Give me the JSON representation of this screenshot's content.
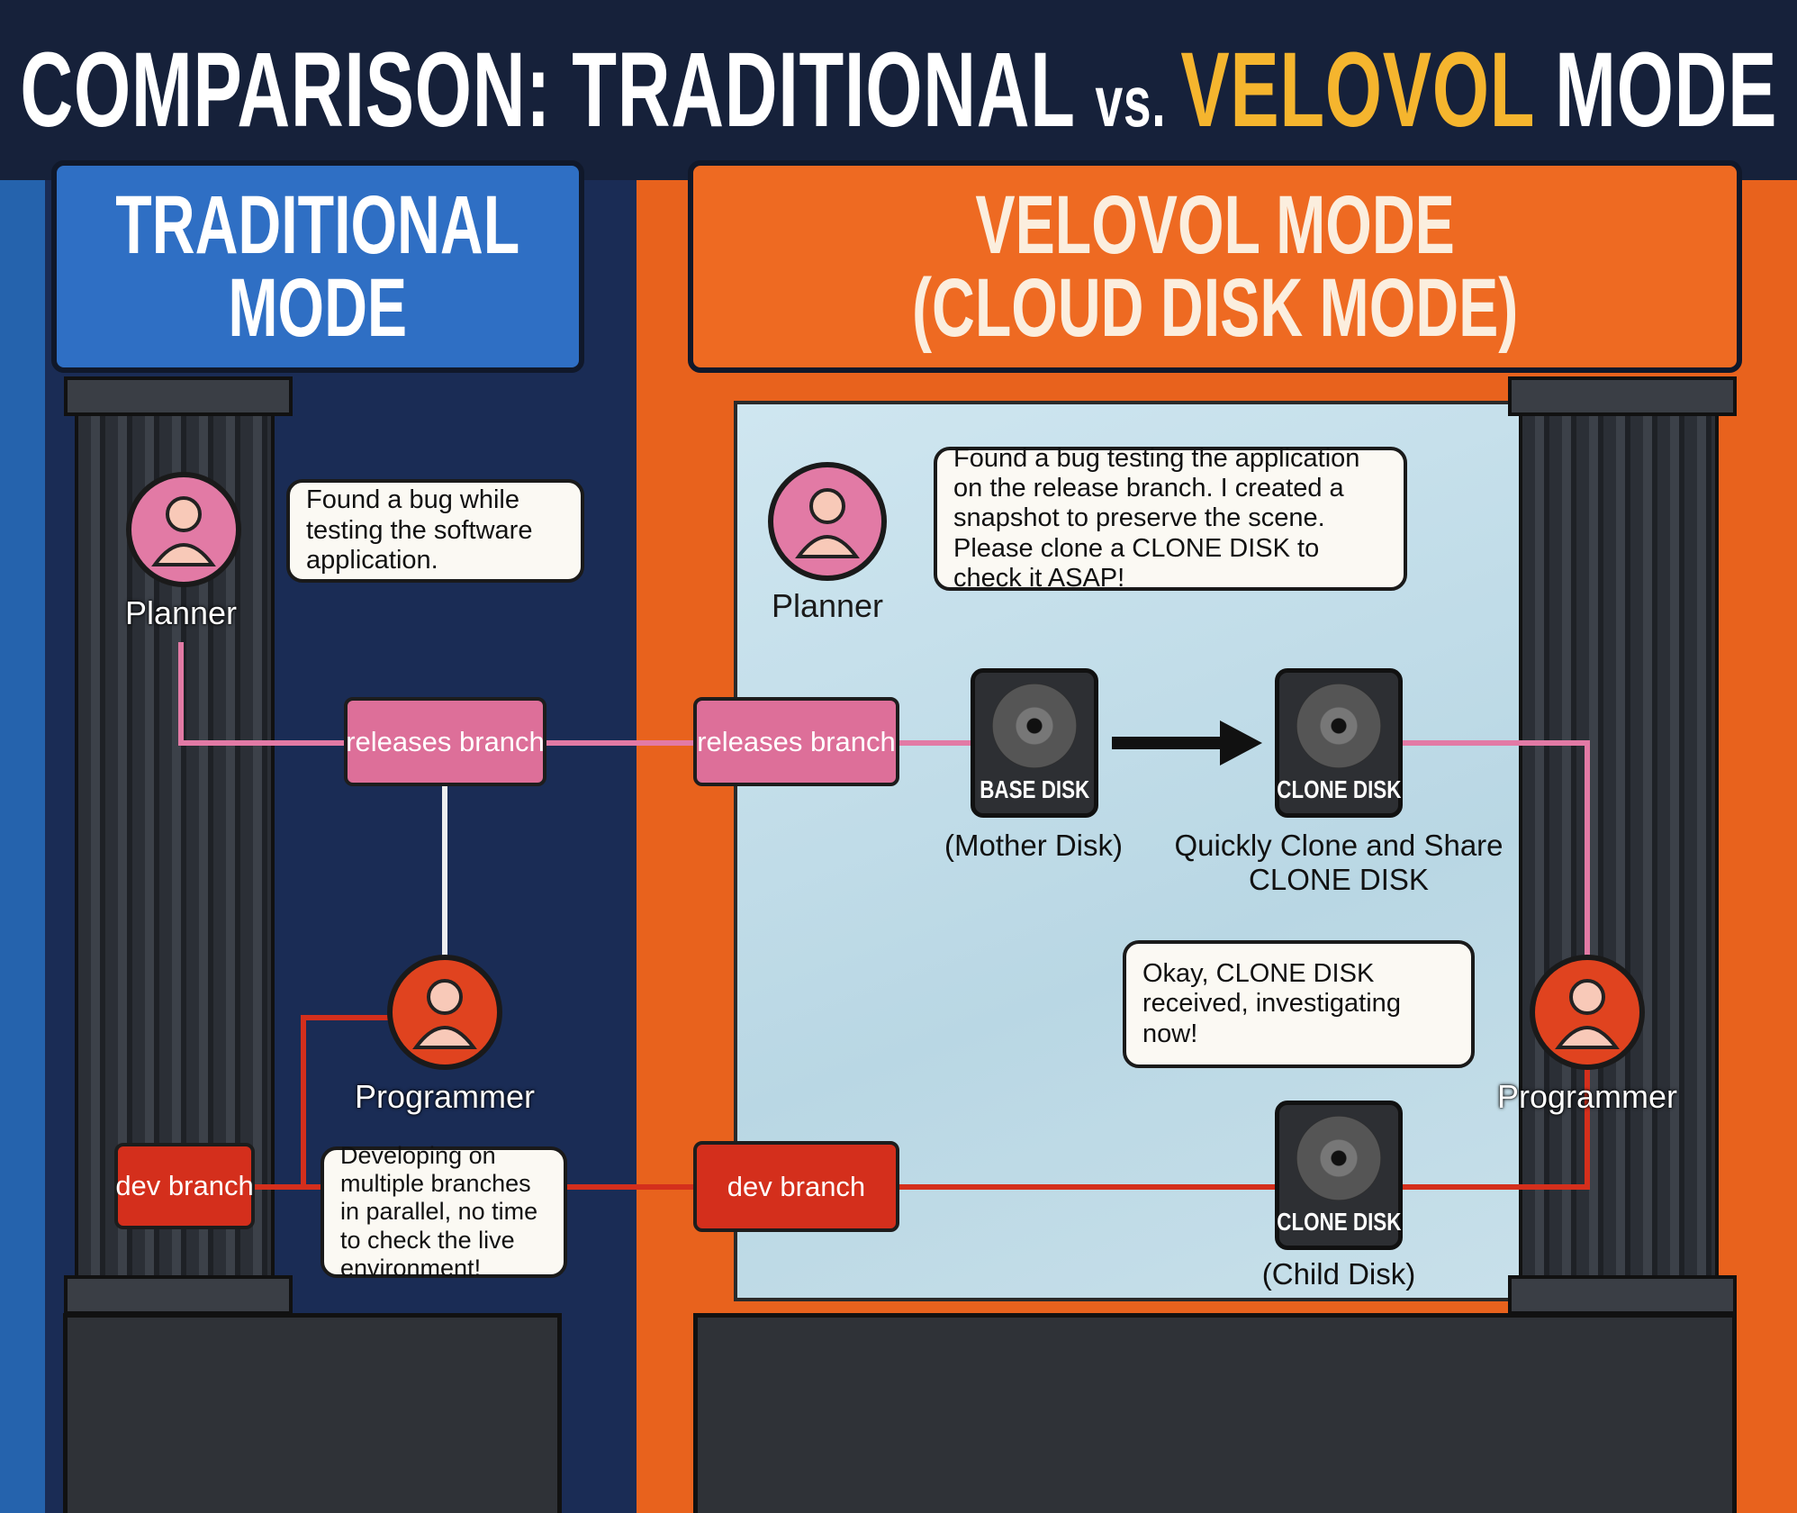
{
  "title": {
    "part1": "COMPARISON: TRADITIONAL ",
    "vs": "vs. ",
    "highlight": "VELOVOL",
    "part2": " MODE"
  },
  "traditional": {
    "header": "TRADITIONAL\nMODE",
    "planner_label": "Planner",
    "planner_bubble": "Found a bug while testing the software application.",
    "releases_branch": "releases branch",
    "programmer_label": "Programmer",
    "programmer_bubble": "Developing on multiple branches in parallel, no time to check the live environment!",
    "dev_branch": "dev branch"
  },
  "velovol": {
    "header": "VELOVOL MODE\n(CLOUD DISK MODE)",
    "planner_label": "Planner",
    "planner_bubble": "Found a bug testing the application on the release branch. I created a snapshot to preserve the scene. Please clone a CLONE DISK to check it ASAP!",
    "releases_branch": "releases branch",
    "base_disk": "BASE DISK",
    "base_disk_caption": "(Mother Disk)",
    "clone_disk": "CLONE DISK",
    "clone_caption_1": "Quickly Clone and Share",
    "clone_caption_2": "CLONE DISK",
    "programmer_bubble": "Okay, CLONE DISK received, investigating now!",
    "programmer_label": "Programmer",
    "dev_branch": "dev branch",
    "child_disk": "CLONE DISK",
    "child_disk_caption": "(Child Disk)"
  },
  "colors": {
    "blue": "#2f6fc4",
    "orange": "#ee6a22",
    "accent": "#f5b52e",
    "pink": "#dd6f99",
    "red": "#d42f1c"
  }
}
